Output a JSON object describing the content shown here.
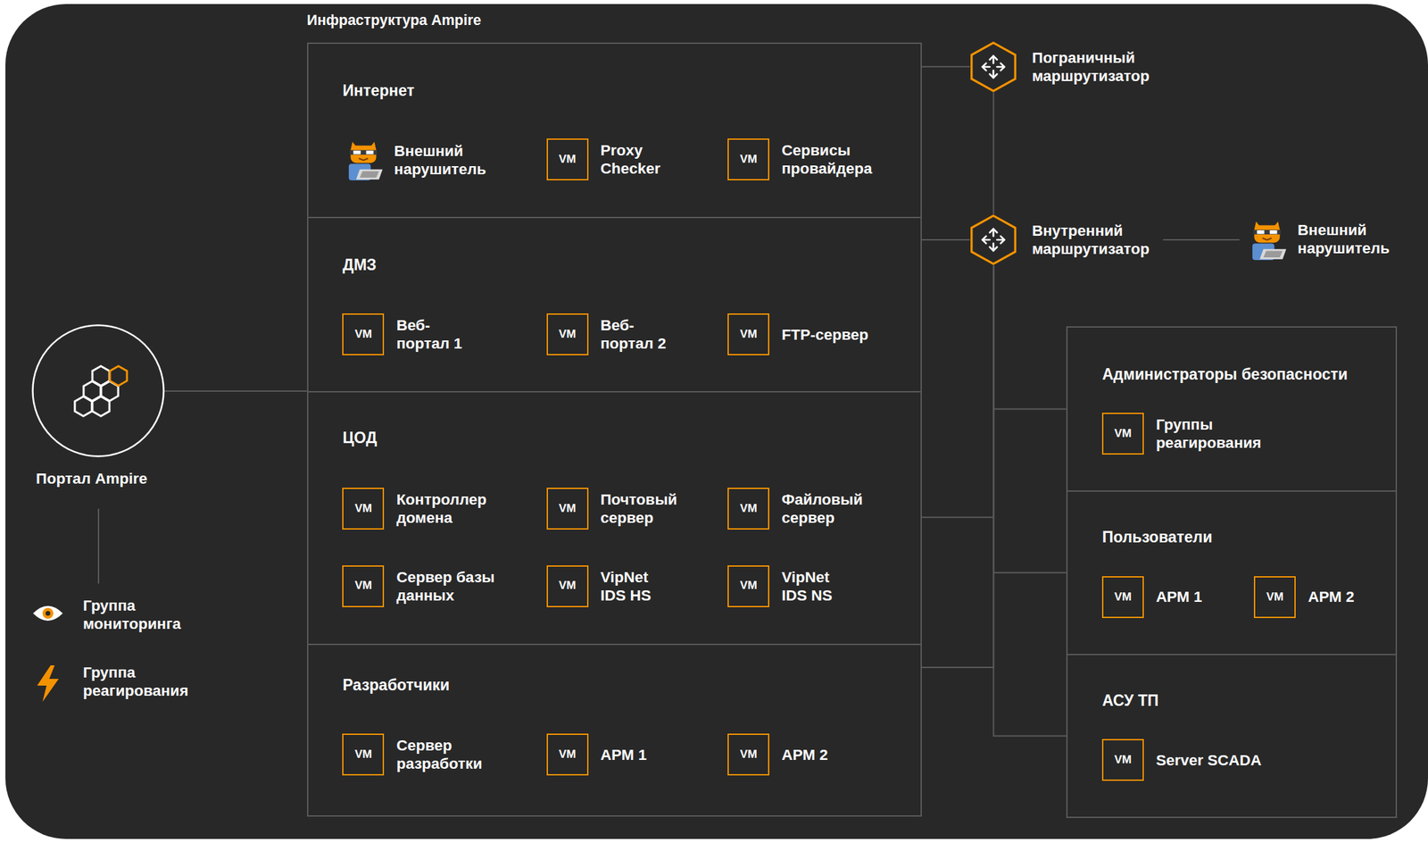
{
  "diagram": {
    "nodes": [
      {
        "text": [
          "Инфраструктура Ampire"
        ]
      },
      {
        "text": [
          "Интернет"
        ],
        "in": 0
      },
      {
        "text": [
          "Внешний нарушитель"
        ],
        "in": 1
      },
      {
        "text": [
          "VM",
          "Proxy Checker"
        ],
        "in": 1
      },
      {
        "text": [
          "VM",
          "Сервисы провайдера"
        ],
        "in": 1
      },
      {
        "text": [
          "ДМЗ"
        ],
        "in": 0
      },
      {
        "text": [
          "VM",
          "Веб- портал 1"
        ],
        "in": 5
      },
      {
        "text": [
          "VM",
          "Веб- портал 2"
        ],
        "in": 5
      },
      {
        "text": [
          "VM",
          "FTP-сервер"
        ],
        "in": 5
      },
      {
        "text": [
          "ЦОД"
        ],
        "in": 0
      },
      {
        "text": [
          "VM",
          "Контроллер домена"
        ],
        "in": 9
      },
      {
        "text": [
          "VM",
          "Почтовый сервер"
        ],
        "in": 9
      },
      {
        "text": [
          "VM",
          "Файловый сервер"
        ],
        "in": 9
      },
      {
        "text": [
          "VM",
          "Сервер базы данных"
        ],
        "in": 9
      },
      {
        "text": [
          "VM",
          "VipNet IDS HS"
        ],
        "in": 9
      },
      {
        "text": [
          "VM",
          "VipNet IDS NS"
        ],
        "in": 9
      },
      {
        "text": [
          "Разработчики"
        ],
        "in": 0
      },
      {
        "text": [
          "VM",
          "Сервер разработки"
        ],
        "in": 16
      },
      {
        "text": [
          "VM",
          "АРМ 1"
        ],
        "in": 16
      },
      {
        "text": [
          "VM",
          "АРМ 2"
        ],
        "in": 16
      },
      {
        "text": [
          "Пограничный маршрутизатор"
        ]
      },
      {
        "text": [
          "Внутренний маршрутизатор"
        ]
      },
      {
        "text": [
          "Внешний нарушитель"
        ]
      },
      {
        "text": [
          "Администраторы безопасности"
        ]
      },
      {
        "text": [
          "VM",
          "Группы реагирования"
        ],
        "in": 23
      },
      {
        "text": [
          "Пользователи"
        ]
      },
      {
        "text": [
          "VM",
          "АРМ 1"
        ],
        "in": 25
      },
      {
        "text": [
          "VM",
          "АРМ 2"
        ],
        "in": 25
      },
      {
        "text": [
          "АСУ ТП"
        ]
      },
      {
        "text": [
          "VM",
          "Server SCADA"
        ],
        "in": 28
      },
      {
        "text": [
          "Портал Ampire"
        ]
      }
    ],
    "edges": [
      {
        "from": 30,
        "to": 0,
        "arrow": "none"
      },
      {
        "from": 1,
        "to": 20,
        "arrow": "none"
      },
      {
        "from": 20,
        "to": 21,
        "arrow": "none"
      },
      {
        "from": 5,
        "to": 21,
        "arrow": "none"
      },
      {
        "from": 21,
        "to": 22,
        "arrow": "none"
      },
      {
        "from": 21,
        "to": 23,
        "arrow": "none"
      },
      {
        "from": 21,
        "to": 25,
        "arrow": "none"
      },
      {
        "from": 21,
        "to": 28,
        "arrow": "none"
      },
      {
        "from": 21,
        "to": 9,
        "arrow": "none"
      },
      {
        "from": 21,
        "to": 16,
        "arrow": "none"
      }
    ],
    "legend": [
      {
        "text": "Группа мониторинга"
      },
      {
        "text": "Группа реагирования"
      }
    ]
  }
}
